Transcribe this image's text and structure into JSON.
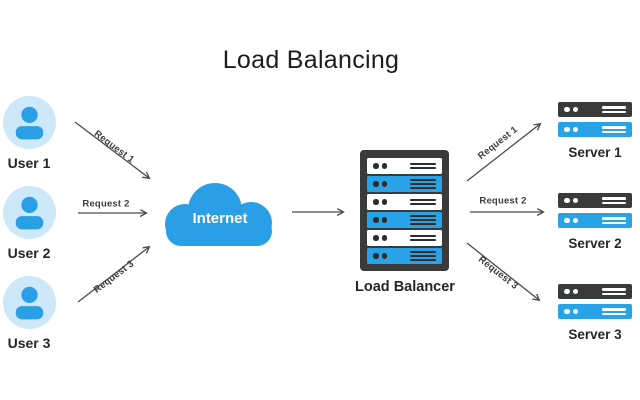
{
  "title": "Load Balancing",
  "users": [
    {
      "label": "User 1"
    },
    {
      "label": "User 2"
    },
    {
      "label": "User 3"
    }
  ],
  "cloud": {
    "label": "Internet"
  },
  "load_balancer": {
    "label": "Load Balancer"
  },
  "servers": [
    {
      "label": "Server 1"
    },
    {
      "label": "Server 2"
    },
    {
      "label": "Server 3"
    }
  ],
  "requests_left": [
    {
      "label": "Request 1"
    },
    {
      "label": "Request 2"
    },
    {
      "label": "Request 3"
    }
  ],
  "requests_right": [
    {
      "label": "Request 1"
    },
    {
      "label": "Request 2"
    },
    {
      "label": "Request 3"
    }
  ],
  "colors": {
    "blue": "#2b9fe6",
    "light_blue": "#cde8f8",
    "dark": "#3a3a3a",
    "arrow": "#4a4a4a",
    "label_text": "#262626"
  }
}
